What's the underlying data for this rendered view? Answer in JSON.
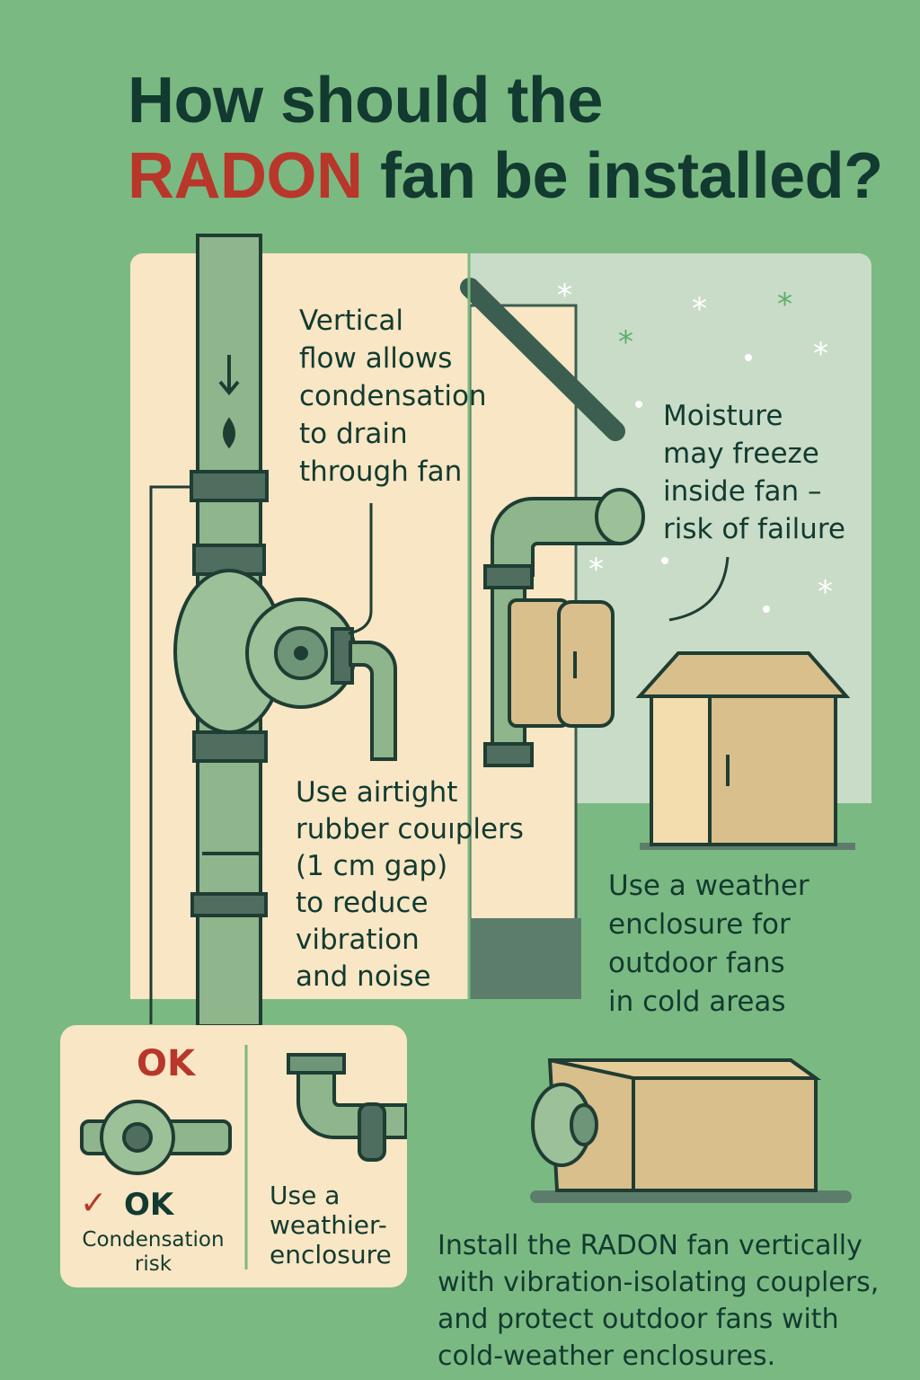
{
  "title": {
    "line1": "How should the",
    "highlight": "RADON",
    "line2_rest": " fan be installed?"
  },
  "callouts": {
    "vertical_flow": [
      "Vertical",
      "flow allows",
      "condensation",
      "to drain",
      "through fan"
    ],
    "moisture": [
      "Moisture",
      "may freeze",
      "inside fan –",
      "risk of failure"
    ],
    "couplers": [
      "Use airtight",
      "rubber couıplers",
      "(1 cm gap)",
      "to reduce",
      "vibration",
      "and noise"
    ],
    "enclosure": [
      "Use a weather",
      "enclosure for",
      "outdoor fans",
      "in cold areas"
    ]
  },
  "box": {
    "ok_top": "OK",
    "ok_check": "OK",
    "condensation": [
      "Condensation",
      "risk"
    ],
    "weather": [
      "Use a",
      "weathier-",
      "enclosure"
    ]
  },
  "summary": [
    "Install the RADON fan vertically",
    "with vibration-isolating couplers,",
    "and protect outdoor fans with",
    "cold-weather enclosures."
  ],
  "colors": {
    "background": "#7bb982",
    "accent": "#b8372a",
    "text": "#123a30",
    "cream": "#f8e6c4"
  }
}
